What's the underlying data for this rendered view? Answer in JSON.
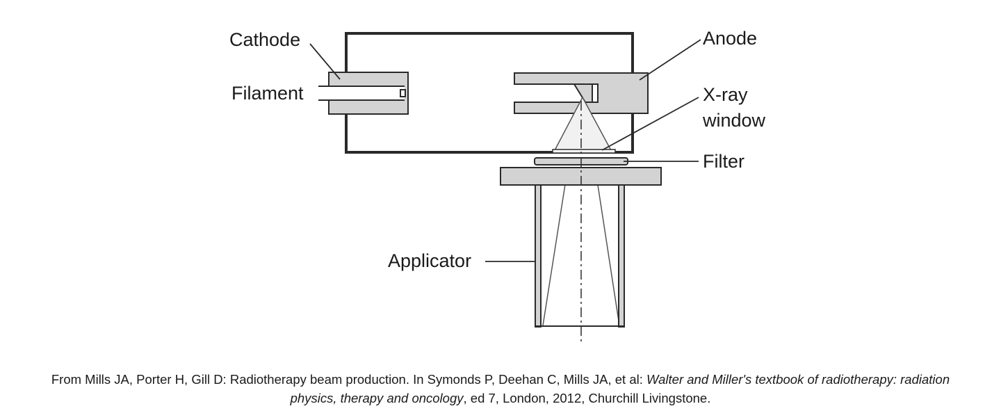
{
  "labels": {
    "cathode": "Cathode",
    "filament": "Filament",
    "anode": "Anode",
    "xray_window_line1": "X-ray",
    "xray_window_line2": "window",
    "filter": "Filter",
    "applicator": "Applicator"
  },
  "caption": {
    "part1": "From Mills JA, Porter H, Gill D: Radiotherapy beam production. In Symonds P, Deehan C, Mills JA, et al: ",
    "title": "Walter and Miller's textbook of radiotherapy: radiation physics, therapy and oncology",
    "part2": ", ed 7, London, 2012, Churchill Livingstone."
  },
  "colors": {
    "line": "#2a2a2a",
    "fill_gray": "#d3d3d3",
    "background": "#ffffff"
  }
}
